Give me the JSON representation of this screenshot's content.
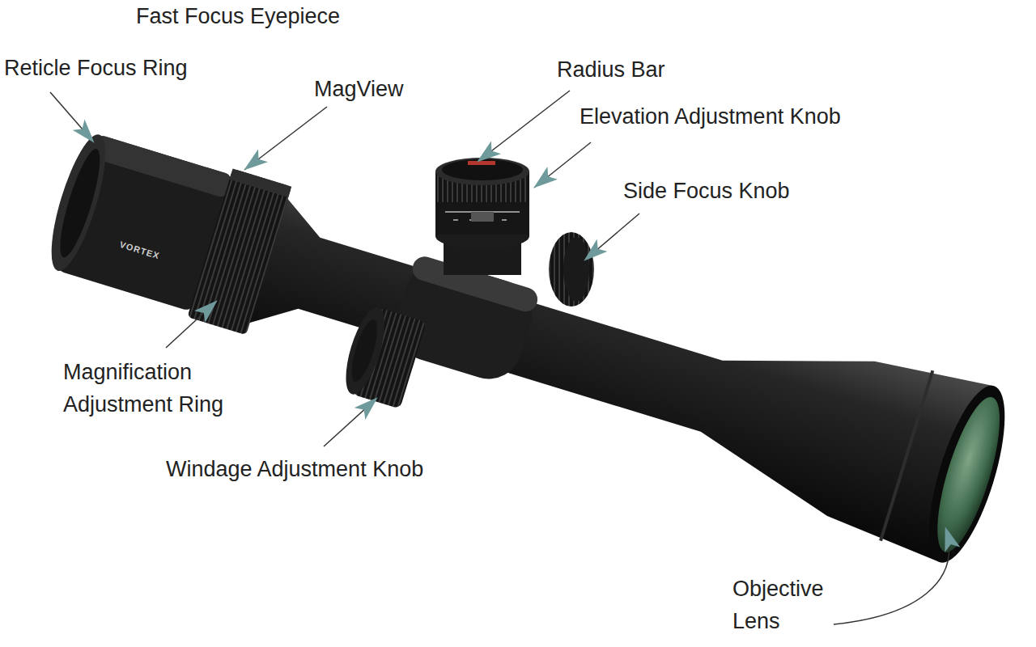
{
  "diagram": {
    "labels": [
      "Fast Focus Eyepiece",
      "Reticle Focus Ring",
      "MagView",
      "Radius Bar",
      "Elevation Adjustment Knob",
      "Side Focus Knob",
      "Magnification Adjustment Ring",
      "Windage Adjustment Knob",
      "Objective Lens",
      "VORTEX"
    ]
  }
}
